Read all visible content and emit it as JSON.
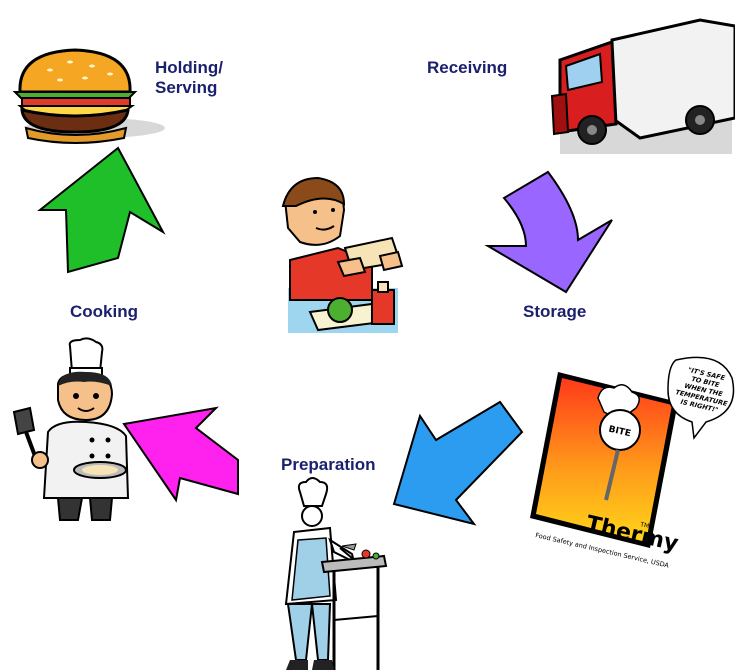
{
  "stages": {
    "holding_line1": "Holding/",
    "holding_line2": "Serving",
    "receiving": "Receiving",
    "storage": "Storage",
    "preparation": "Preparation",
    "cooking": "Cooking"
  },
  "thermy": {
    "bubble_line1": "\"IT'S SAFE",
    "bubble_line2": "TO BITE",
    "bubble_line3": "WHEN THE",
    "bubble_line4": "TEMPERATURE",
    "bubble_line5": "IS RIGHT!\"",
    "dial": "BITE",
    "brand": "Thermy",
    "tm": "TM",
    "footer": "Food Safety and Inspection Service, USDA"
  },
  "colors": {
    "label": "#1a1f6e",
    "arrow_green": "#1fbf2a",
    "arrow_purple": "#9966ff",
    "arrow_blue": "#2b9cf0",
    "arrow_magenta": "#ff22ee"
  }
}
